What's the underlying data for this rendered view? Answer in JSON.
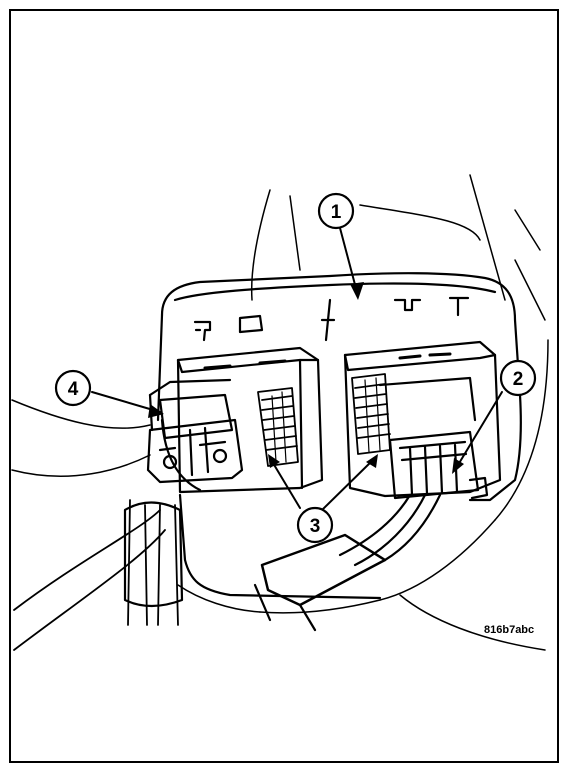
{
  "figure": {
    "id_code": "816b7abc",
    "line_color": "#000000",
    "background": "#ffffff"
  },
  "callouts": [
    {
      "number": "1"
    },
    {
      "number": "2"
    },
    {
      "number": "3"
    },
    {
      "number": "4"
    }
  ]
}
